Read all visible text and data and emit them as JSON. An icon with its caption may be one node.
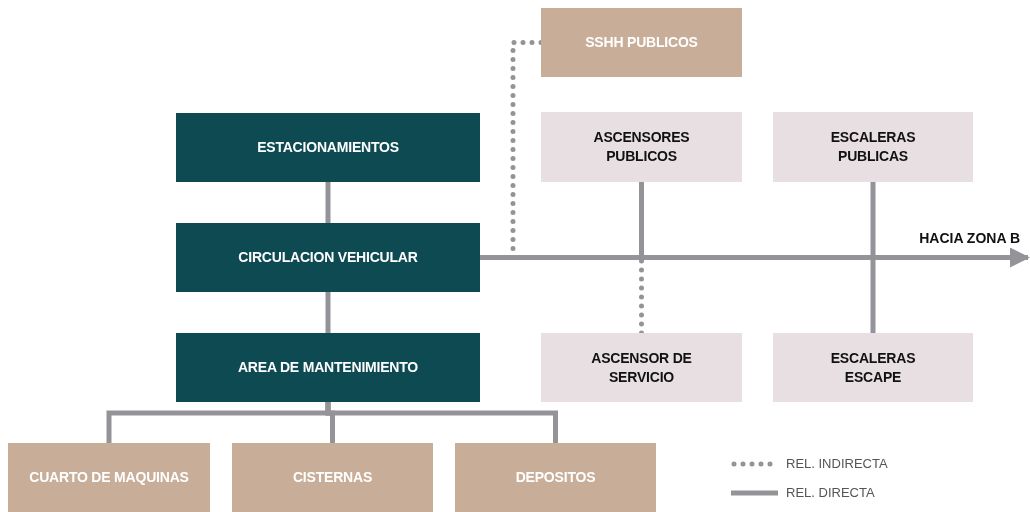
{
  "diagram": {
    "nodes": [
      {
        "text": [
          "SSHH PUBLICOS"
        ]
      },
      {
        "text": [
          "ESTACIONAMIENTOS"
        ]
      },
      {
        "text": [
          "ASCENSORES PUBLICOS"
        ]
      },
      {
        "text": [
          "ESCALERAS PUBLICAS"
        ]
      },
      {
        "text": [
          "CIRCULACION VEHICULAR"
        ]
      },
      {
        "text": [
          "AREA DE MANTENIMIENTO"
        ]
      },
      {
        "text": [
          "ASCENSOR DE SERVICIO"
        ]
      },
      {
        "text": [
          "ESCALERAS ESCAPE"
        ]
      },
      {
        "text": [
          "CUARTO DE MAQUINAS"
        ]
      },
      {
        "text": [
          "CISTERNAS"
        ]
      },
      {
        "text": [
          "DEPOSITOS"
        ]
      }
    ],
    "edges": [
      {
        "from": 1,
        "to": 4,
        "arrow": "none"
      },
      {
        "from": 4,
        "to": 5,
        "arrow": "none"
      },
      {
        "from": 5,
        "to": 8,
        "arrow": "none"
      },
      {
        "from": 5,
        "to": 9,
        "arrow": "none"
      },
      {
        "from": 5,
        "to": 10,
        "arrow": "none"
      },
      {
        "from": 0,
        "to": 4,
        "arrow": "none",
        "style": "dashed"
      },
      {
        "from": 2,
        "to": 4,
        "arrow": "none"
      },
      {
        "from": 6,
        "to": 4,
        "arrow": "none",
        "style": "dashed"
      },
      {
        "from": 3,
        "to": 4,
        "arrow": "none"
      },
      {
        "from": 7,
        "to": 4,
        "arrow": "none"
      },
      {
        "from": 4,
        "to": null,
        "arrow": "to",
        "label": "HACIA ZONA B"
      }
    ],
    "legend": [
      {
        "text": "REL. INDIRECTA"
      },
      {
        "text": "REL. DIRECTA"
      }
    ]
  }
}
